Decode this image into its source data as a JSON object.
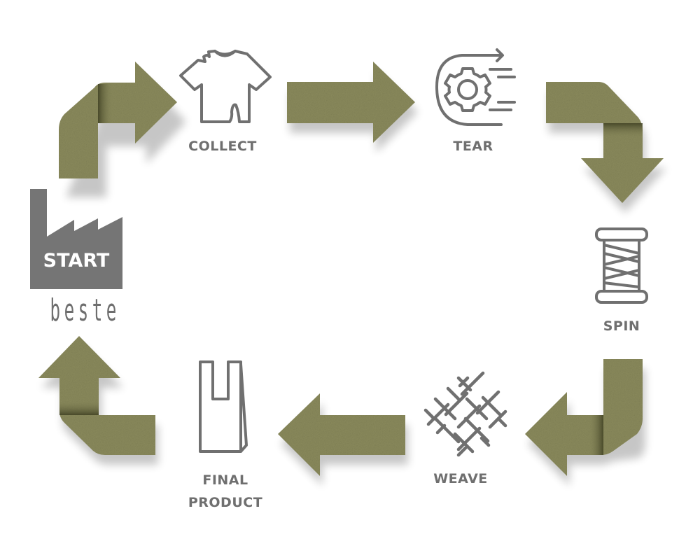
{
  "diagram": {
    "type": "process-cycle",
    "colors": {
      "arrow": "#8a8a5c",
      "arrow_dark": "#5e5f38",
      "icon_stroke": "#707070",
      "label": "#6f6f6f",
      "factory": "#757575"
    },
    "start": {
      "label": "START",
      "brand": "beste",
      "icon": "factory-icon"
    },
    "steps": [
      {
        "id": "collect",
        "label": "COLLECT",
        "icon": "torn-tshirt-icon"
      },
      {
        "id": "tear",
        "label": "TEAR",
        "icon": "gear-motion-icon"
      },
      {
        "id": "spin",
        "label": "SPIN",
        "icon": "thread-spool-icon"
      },
      {
        "id": "weave",
        "label": "WEAVE",
        "icon": "woven-fabric-icon"
      },
      {
        "id": "final",
        "label_line1": "FINAL",
        "label_line2": "PRODUCT",
        "icon": "shopping-bag-icon"
      }
    ],
    "flow": [
      "start",
      "collect",
      "tear",
      "spin",
      "weave",
      "final",
      "start"
    ]
  }
}
